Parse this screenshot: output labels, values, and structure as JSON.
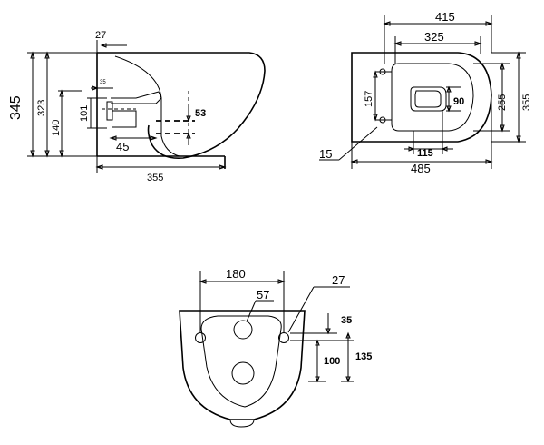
{
  "side_view": {
    "d27": "27",
    "d345": "345",
    "d323": "323",
    "d35": "35",
    "d101": "101",
    "d140": "140",
    "d53": "53",
    "d45": "45",
    "d355": "355"
  },
  "top_view": {
    "d415": "415",
    "d325": "325",
    "d157": "157",
    "d90": "90",
    "d255": "255",
    "d355": "355",
    "d15": "15",
    "d115": "115",
    "d485": "485"
  },
  "rear_view": {
    "d180": "180",
    "d57": "57",
    "d27": "27",
    "d35": "35",
    "d100": "100",
    "d135": "135"
  }
}
